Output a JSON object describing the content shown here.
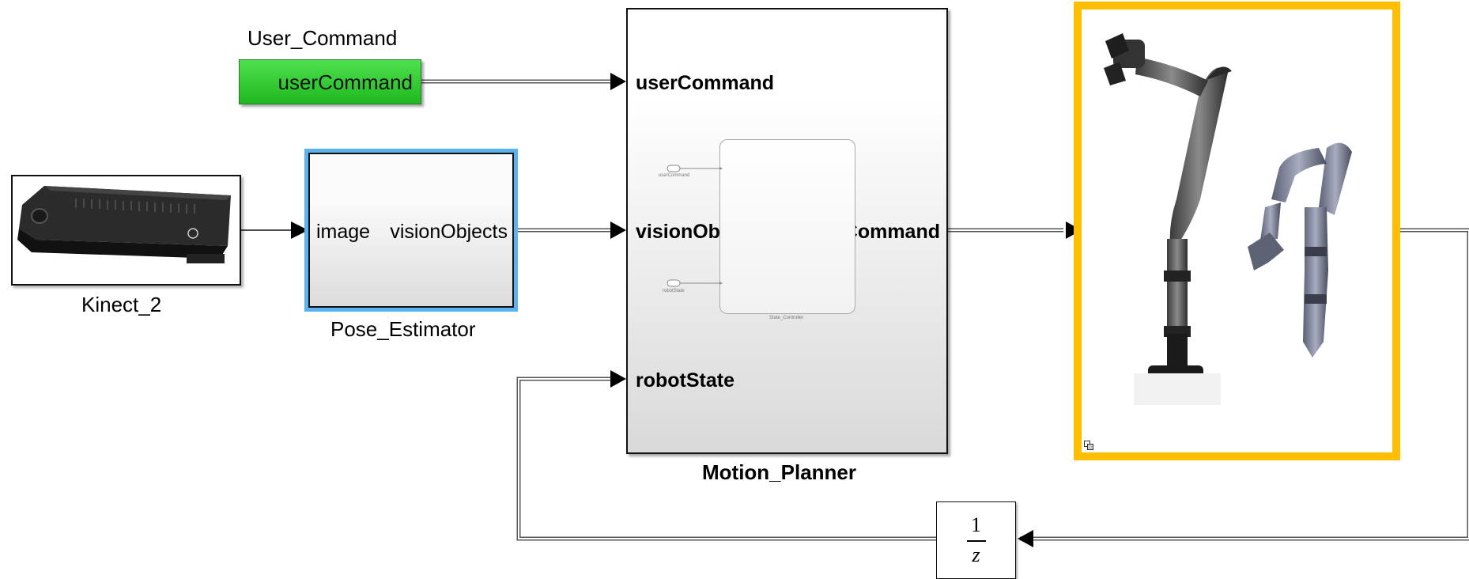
{
  "blocks": {
    "user_command": {
      "name": "User_Command",
      "value": "userCommand"
    },
    "kinect": {
      "name": "Kinect_2"
    },
    "pose_estimator": {
      "name": "Pose_Estimator",
      "in_port": "image",
      "out_port": "visionObjects"
    },
    "motion_planner": {
      "name": "Motion_Planner",
      "in_ports": [
        "userCommand",
        "visionObjects",
        "robotState"
      ],
      "out_port": "Command",
      "chart": {
        "name": "State_Controller",
        "in_ports": [
          "userCommand",
          "robotState"
        ]
      }
    },
    "robot": {
      "frame_color": "#ffbf00"
    },
    "unit_delay": {
      "numerator": "1",
      "denominator": "z"
    }
  },
  "colors": {
    "user_command_fill": "#2ecc2e",
    "selected_block": "#5ab3ee",
    "highlight_frame": "#ffbf00"
  }
}
